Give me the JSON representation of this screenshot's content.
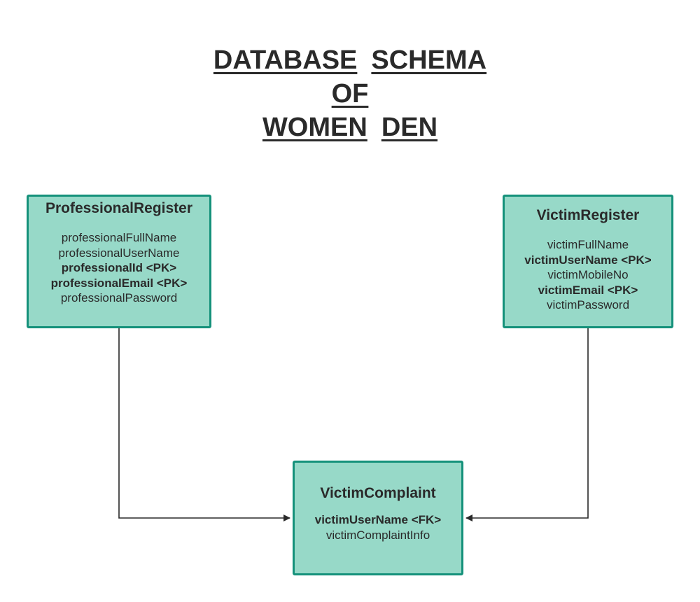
{
  "title": {
    "lines": [
      [
        "DATABASE",
        "SCHEMA"
      ],
      [
        "OF"
      ],
      [
        "WOMEN",
        "DEN"
      ]
    ]
  },
  "entities": {
    "professional_register": {
      "name": "ProfessionalRegister",
      "fields": [
        {
          "text": "professionalFullName",
          "key": false
        },
        {
          "text": "professionalUserName",
          "key": false
        },
        {
          "text": "professionalId <PK>",
          "key": true
        },
        {
          "text": "professionalEmail <PK>",
          "key": true
        },
        {
          "text": "professionalPassword",
          "key": false
        }
      ]
    },
    "victim_register": {
      "name": "VictimRegister",
      "fields": [
        {
          "text": "victimFullName",
          "key": false
        },
        {
          "text": "victimUserName <PK>",
          "key": true
        },
        {
          "text": "victimMobileNo",
          "key": false
        },
        {
          "text": "victimEmail <PK>",
          "key": true
        },
        {
          "text": "victimPassword",
          "key": false
        }
      ]
    },
    "victim_complaint": {
      "name": "VictimComplaint",
      "fields": [
        {
          "text": "victimUserName <FK>",
          "key": true
        },
        {
          "text": "victimComplaintInfo",
          "key": false
        }
      ]
    }
  },
  "relationships": [
    {
      "from": "ProfessionalRegister",
      "to": "VictimComplaint"
    },
    {
      "from": "VictimRegister",
      "to": "VictimComplaint"
    }
  ],
  "colors": {
    "entity_fill": "#97d9c8",
    "entity_border": "#14917a",
    "text": "#2a2a2a",
    "connector": "#2a2a2a"
  }
}
